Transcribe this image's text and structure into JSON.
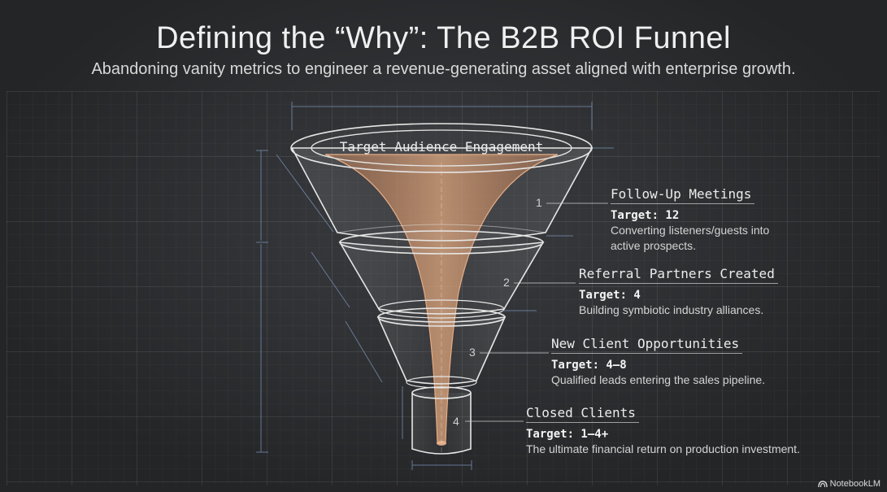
{
  "header": {
    "title": "Defining the “Why”: The B2B ROI Funnel",
    "subtitle": "Abandoning vanity metrics to engineer a revenue-generating asset aligned with enterprise growth."
  },
  "funnel": {
    "top_label": "Target Audience Engagement",
    "stages": [
      {
        "number": "1",
        "name": "Follow-Up Meetings",
        "target": "Target: 12",
        "description_line1": "Converting listeners/guests into",
        "description_line2": "active prospects."
      },
      {
        "number": "2",
        "name": "Referral Partners Created",
        "target": "Target: 4",
        "description_line1": "Building symbiotic industry alliances.",
        "description_line2": ""
      },
      {
        "number": "3",
        "name": "New Client Opportunities",
        "target": "Target: 4–8",
        "description_line1": "Qualified leads entering the sales pipeline.",
        "description_line2": ""
      },
      {
        "number": "4",
        "name": "Closed Clients",
        "target": "Target: 1–4+",
        "description_line1": "The ultimate financial return on production investment.",
        "description_line2": ""
      }
    ]
  },
  "brand": {
    "label": "NotebookLM",
    "icon": "notebooklm-icon"
  },
  "colors": {
    "background": "#252628",
    "accent": "#c98a5e",
    "line": "#e6e6e6",
    "dimension": "#7b93b8"
  }
}
